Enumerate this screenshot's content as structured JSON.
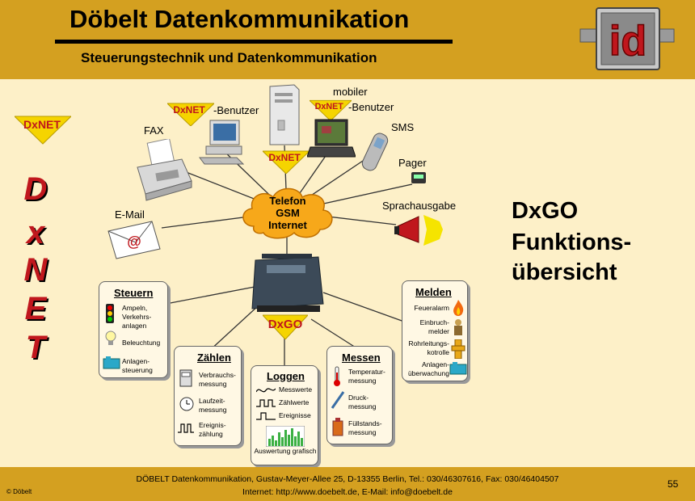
{
  "header": {
    "title": "Döbelt Datenkommunikation",
    "subtitle": "Steuerungstechnik und Datenkommunikation",
    "logo_text": "id"
  },
  "vertical_logo": [
    "D",
    "x",
    "N",
    "E",
    "T"
  ],
  "badge_text": "DxNET",
  "devices": {
    "fax": "FAX",
    "dxnet_user": "-Benutzer",
    "mobiler": "mobiler",
    "mobile_user": "-Benutzer",
    "sms": "SMS",
    "pager": "Pager",
    "voice": "Sprachausgabe",
    "email": "E-Mail"
  },
  "cloud": [
    "Telefon",
    "GSM",
    "Internet"
  ],
  "center_label": "DxGO",
  "title_block": [
    "DxGO",
    "Funktions-",
    "übersicht"
  ],
  "panels": {
    "steuern": {
      "title": "Steuern",
      "items": [
        "Ampeln, Verkehrs-anlagen",
        "Beleuchtung",
        "Anlagen-steuerung"
      ]
    },
    "zaehlen": {
      "title": "Zählen",
      "items": [
        "Verbrauchs-messung",
        "Laufzeit-messung",
        "Ereignis-zählung"
      ]
    },
    "loggen": {
      "title": "Loggen",
      "items": [
        "Messwerte",
        "Zählwerte",
        "Ereignisse"
      ],
      "chart_caption": "Auswertung grafisch"
    },
    "messen": {
      "title": "Messen",
      "items": [
        "Temperatur-messung",
        "Druck-messung",
        "Füllstands-messung"
      ]
    },
    "melden": {
      "title": "Melden",
      "items": [
        "Feueralarm",
        "Einbruch-melder",
        "Rohrleitungs-kotrolle",
        "Anlagen-überwachung"
      ]
    }
  },
  "footer": {
    "line1": "DÖBELT Datenkommunikation, Gustav-Meyer-Allee 25, D-13355 Berlin, Tel.: 030/46307616, Fax: 030/46404507",
    "line2": "Internet: http://www.doebelt.de, E-Mail: info@doebelt.de",
    "copyright": "© Döbelt",
    "page": "55"
  },
  "colors": {
    "header_bg": "#d4a020",
    "body_bg": "#fdf0c8",
    "accent_red": "#c0171d",
    "badge_yellow": "#f5d400"
  }
}
